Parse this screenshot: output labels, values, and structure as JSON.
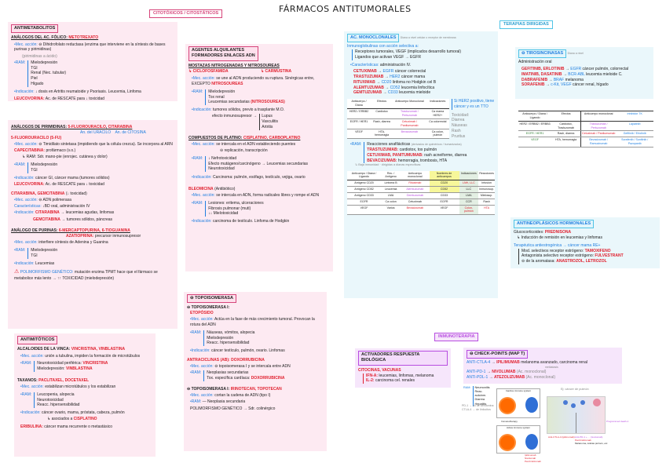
{
  "header": {
    "title": "FÁRMACOS ANTITUMORALES",
    "tag_citotoxicos": "CITOTÓXICOS / CITOSTÁTICOS",
    "tag_terapias_dirigidas": "TERAPIAS DIRIGIDAS",
    "tag_inmunoterapia": "INMUNOTERAPIA"
  },
  "antimetabolitos": {
    "head": "ANTIMETABOLITOS",
    "folico": {
      "title": "ANÁLOGOS DEL AC. FÓLICO:",
      "drug": "METOTREXATO",
      "mec_label": "•Mec. acción:",
      "mec": "⊖ Dihidrofolato reductasa (enzima que interviene en la síntesis de bases purinas y pirimidinas)",
      "mec_note": "(pirimidinas a ácido)",
      "ram_label": "•RAM:",
      "ram": [
        "Mielodepresión",
        "TGI",
        "Renal (Nec. tubular)",
        "Piel",
        "Hígado"
      ],
      "ind_label": "•Indicación:",
      "ind": "↓ dosis en Artritis reumatoide y Psoriasis. Leucemia, Linfoma",
      "rescue_label": "LEUCOVORINA:",
      "rescue": "Ac. de RESCATE para ↓ toxicidad"
    },
    "pirimidinas": {
      "title": "ANÁLOGOS DE PIRIMIDINAS:",
      "drug1": "5-FLUOROURACILO",
      "drug2": "CITARABINA",
      "note1": "An. del URACILO",
      "note2": "An. de CITOSINA",
      "fu_head": "5-FLUOROURACILO (5-FU)",
      "fu_mec_label": "•Mec. acción:",
      "fu_mec": "⊖ Timidilato sintetasa (impidiendo que la célula crezca). Se incorpora al ARN",
      "cape_label": "CAPECITABINA:",
      "cape": "profármaco (v.o.)",
      "cape_ram": "↳ RAM: Sdr. mano-pie (enrojec. cutánea y dolor)",
      "fu_ram_label": "•RAM:",
      "fu_ram": [
        "Mielodepresión",
        "TGI"
      ],
      "fu_ind_label": "•Indicación:",
      "fu_ind": "cáncer GI, cáncer mama (tumores sólidos)",
      "leuco_label": "LEUCOVORINA:",
      "leuco": "Ac. de RESCATE para ↓ toxicidad",
      "cita_head": "CITARABINA, GEMCITABINA",
      "cita_note": "(↓ toxicidad)",
      "cita_mec_label": "•Mec. acción:",
      "cita_mec": "⊖ ADN polimerasa",
      "cita_car_label": "Características:",
      "cita_car": "↓BD oral, administración IV",
      "cita_ind_label": "•Indicación:",
      "cita_ind1_drug": "CITARABINA",
      "cita_ind1": "→ leucemias agudas, linfomas",
      "cita_ind2_drug": "GEMCITABINA",
      "cita_ind2": "→ tumores sólidos, páncreas"
    },
    "purinas": {
      "title": "ANÁLOGO DE PURINAS:",
      "drug1": "6-MERCAPTOPURINA, 6-TIOGUANINA",
      "drug2": "AZATIOPRINA:",
      "drug2_note": "precursor inmunosupresor",
      "mec_label": "•Mec. acción:",
      "mec": "interfiere síntesis de Adenina y Guanina",
      "ram_label": "•RAM:",
      "ram": [
        "Mielodepresión",
        "TGI"
      ],
      "ind_label": "•Indicación:",
      "ind": "Leucemias",
      "warn_label": "POLIMORFISMO GENÉTICO:",
      "warn": "mutación enzima TPMT hace que el fármaco se metabolice más lento → ↑↑ TOXICIDAD (mielodepresión)"
    }
  },
  "antimitoticos": {
    "head": "ANTIMITÓTICOS",
    "vinca": {
      "title": "ALCALOIDES DE LA VINCA:",
      "drugs": "VINCRISTINA, VINBLASTINA",
      "mec_label": "•Mec. acción:",
      "mec": "unión a tubulina, impiden la formación de microtúbulos",
      "ram_label": "•RAM:",
      "ram": [
        {
          "text": "Neurotoxicidad periférica:",
          "drug": "VINCRISTINA"
        },
        {
          "text": "Mielodepresión:",
          "drug": "VINBLASTINA"
        }
      ]
    },
    "taxanos": {
      "title": "TAXANOS:",
      "drugs": "PACLITAXEL, DOCETAXEL",
      "mec_label": "•Mec. acción:",
      "mec": "estabilizan microtúbulos y los estabilizan",
      "ram_label": "•RAM:",
      "ram": [
        "Leucopenia, alopecia",
        "Neurotoxicidad",
        "Reacc. hipersensibilidad"
      ],
      "ind_label": "•Indicación:",
      "ind": "cáncer ovario, mama, próstata, cabeza, pulmón",
      "ind_note": "↳ asociados a",
      "ind_drug": "CISPLATINO",
      "eribulina_label": "ERIBULINA:",
      "eribulina": "cáncer mama recurrente o metastásico"
    }
  },
  "alquilantes": {
    "head": [
      "AGENTES ALQUILANTES",
      "FORMADORES ENLACES ADN"
    ],
    "mostazas": {
      "title": "MOSTAZAS NITROGENADAS Y NITROSOUREAS",
      "drug1": "↳ CICLOFOSFAMIDA",
      "drug2": "↳ CARMUSTINA",
      "mec_label": "•Mec. acción:",
      "mec": "se une al ADN produciendo su ruptura. Sinérgicas entre, EXCEPTO",
      "mec_drug": "NITROSOUREAS",
      "ram_label": "•RAM:",
      "ram": [
        "Mielodepresión",
        "Tox renal",
        "Leucemias secundarias"
      ],
      "ram_note": "(NITROSOUREAS)",
      "ind_label": "•Indicación:",
      "ind": "tumores sólidos, previo a trasplante M.O.",
      "ind2": "efecto inmunosupresor →",
      "ind2_list": [
        "Lupus",
        "Vasculitis",
        "Artritis"
      ]
    },
    "platino": {
      "title": "COMPUESTOS DE PLATINO:",
      "drugs": "CISPLATINO, CARBOPLATINO",
      "mec_label": "•Mec. acción:",
      "mec": "se intercala en el ADN estableciendo puentes",
      "mec2": "⊖ replicación, transcripción",
      "ram_label": "•RAM:",
      "ram": [
        "↓ Nefrotoxicidad",
        "Efecto mutágeno/carcinógeno → Leucemias secundarias",
        "Neurotoxicidad"
      ],
      "ind_label": "•Indicación:",
      "ind": "Carcinoma: pulmón, esófago, testículo, vejiga, ovario"
    },
    "bleomicina": {
      "title": "BLEOMICINA",
      "title_note": "(Antibiótico)",
      "mec_label": "•Mec. acción:",
      "mec": "se intercala en ADN, forma radicales libres y rompe el ADN",
      "ram_label": "•RAM:",
      "ram": [
        "Lesiones: eritema, ulceraciones",
        "Fibrosis pulmonar (muti)",
        "↓↓ Mielotoxicidad"
      ],
      "ind_label": "•Indicación:",
      "ind": "carcinoma de testículo. Linfoma de Hodgkin"
    }
  },
  "topoisomerasa": {
    "head": "⊖ TOPOISOMERASA",
    "topo1": {
      "title": "⊖ TOPOISOMERASA I:",
      "drug": "ETOPÓSIDO",
      "mec_label": "•Mec. acción:",
      "mec": "Actúa en la fase de más crecimiento tumoral. Provocan la rotura del ADN",
      "ram_label": "•RAM:",
      "ram": [
        "Náuseas, vómitos, alopecia",
        "Mielodepresión",
        "Reacc. hipersensibilidad"
      ],
      "ind_label": "•Indicación:",
      "ind": "cáncer testículo, pulmón, ovario. Linfomas"
    },
    "antraciclinas": {
      "title": "ANTRACICLINAS (AB):",
      "drug": "DOXORRUBICINA",
      "mec_label": "•Mec. acción:",
      "mec": "⊖ topoisomerasa I y se intercala entre ADN",
      "ram_label": "•RAM:",
      "ram": [
        "Neoplasias secundarias",
        "Tox. específica cardíaca:"
      ],
      "ram_drug": "DOXORRUBICINA"
    },
    "topo2": {
      "title": "⊖ TOPOISOMERASA I:",
      "drugs": "IRINOTECAN, TOPOTECAN",
      "mec_label": "•Mec. acción:",
      "mec": "cortan la cadena de ADN (tipo I)",
      "ram_label": "•RAM:",
      "ram": "— Neoplasia secundaria",
      "poly": "POLIMORFISMO GENÉTICO → Sdr. colinérgico"
    }
  },
  "monoclonales": {
    "head": "AC. MONOCLONALES",
    "head_note": "Diana a nivel celular o receptor de membrana",
    "intro": "Inmunoglobulinas con acción selectiva a:",
    "intro_items": [
      "Receptores tumorales, VEGF (implicados desarrollo tumoral)",
      "Ligandos que activan VEGF → EGFR"
    ],
    "car_label": "•Características:",
    "car": "administración IV.",
    "drugs": [
      {
        "drug": "CETUXIMAB",
        "target": "EGFR",
        "use": "cáncer colorrectal"
      },
      {
        "drug": "TRASTUZUMAB",
        "target": "HER2",
        "use": "cáncer mama"
      },
      {
        "drug": "RITUXIMAB",
        "target": "CD20",
        "use": "linfoma no Hodgkin cel B"
      },
      {
        "drug": "ALEMTUZUMAB",
        "target": "CD52",
        "use": "leucemia linfocítica"
      },
      {
        "drug": "GEMTUZUMAB",
        "target": "CD33",
        "use": "leucemia mieloide"
      }
    ],
    "table_side_note": "Si HER2 positivo, tiene cáncer y es un TTO",
    "toxicidad_label": "Toxicidad:",
    "toxicidad": [
      "Diarrea",
      "Náuseas",
      "Rash",
      "Pruritus"
    ],
    "ram_label": "•RAM:",
    "ram": [
      {
        "text": "Reacciones anafilácticas",
        "note": "(derivados de quiméricos / humanizados)"
      },
      {
        "drug": "TRASTUZUMAB:",
        "text": "cardiotox, tox pulmón"
      },
      {
        "drug": "CETUXIMAB, PANITUMUMAB:",
        "text": "rash acneiforme, diarrea"
      },
      {
        "drug": "BEVACIZUMAB:",
        "text": "hemorragia, trombosis, HTA"
      }
    ],
    "ram_note": "↳ Baja inmunidad · dirigidas a dianas específicas",
    "table1": {
      "headers": [
        "Anticuerpo / Diana",
        "Efectos",
        "Anticuerpo Monoclonal",
        "Indicaciones"
      ],
      "rows": [
        [
          "HER2 / ERBB2",
          "Cardiotox",
          "Trastuzumab / Pertuzumab",
          "Ca mama HER2+"
        ],
        [
          "EGFR / HER1",
          "Rash, diarrea",
          "Cetuximab / Panitumumab",
          "Ca colorrectal"
        ],
        [
          "VEGF",
          "HTA, hemorragia",
          "Bevacizumab",
          "Ca colon, pulmón"
        ]
      ]
    },
    "table2": {
      "headers": [
        "Anticuerpo / Diana / Ligando",
        "Rec. / Antígeno",
        "Anticuerpo monoclonal",
        "Nombres de anticuerpos",
        "Indicaciones",
        "Reacciones"
      ],
      "rows": [
        [
          "Antígeno CD20",
          "Linfoma B",
          "Rituximab",
          "CD20",
          "LNH, LLC",
          "Infusión"
        ],
        [
          "Antígeno CD52",
          "Leucemia",
          "Alemtuzumab",
          "CD52",
          "LLC",
          "Inmunosup."
        ],
        [
          "Antígeno CD33",
          "LMA",
          "Gemtuzumab",
          "CD33",
          "LMA",
          "Mielosup."
        ],
        [
          "EGFR",
          "Ca colon",
          "Cetuximab",
          "EGFR",
          "CCR",
          "Rash"
        ],
        [
          "VEGF",
          "Varios",
          "Bevacizumab",
          "VEGF",
          "Colon, pulmón",
          "HTA"
        ]
      ]
    }
  },
  "tirosincinasas": {
    "head": "⊖ TIROSINCINASAS",
    "head_note": "Diana a nivel",
    "admin": "Administración oral",
    "drugs": [
      {
        "drug": "GEFITINIB, ERLOTINIB",
        "target": "EGFR",
        "use": "cáncer pulmón, colorrectal"
      },
      {
        "drug": "IMATINIB, DASATINIB",
        "target": "BCR-ABL",
        "use": "leucemia mieloide C."
      },
      {
        "drug": "DABRAFENIB",
        "target": "BRAF",
        "use": "melanoma"
      },
      {
        "drug": "SORAFENIB",
        "target": "c-Kit, VEGF",
        "use": "cáncer renal, hígado"
      }
    ],
    "table": {
      "headers": [
        "Anticuerpo / Diana / Ligando",
        "Efectos",
        "Anticuerpo monoclonal",
        "Inhibidor TK"
      ],
      "rows": [
        [
          "HER2 / ERBB2 / ERBB3",
          "Cardiotox, Trastuzumab",
          "Trastuzumab / Pertuzumab",
          "Lapatinib"
        ],
        [
          "EGFR / HER1",
          "Rash, diarrea",
          "Cetuximab / Panitumumab",
          "Gefitinib / Erlotinib"
        ],
        [
          "VEGF",
          "HTA, hemorragia",
          "Bevacizumab / Ramucirumab",
          "Sorafenib / Sunitinib / Pazopanib"
        ]
      ]
    }
  },
  "hormonales": {
    "head": "ANTINEOPLÁSICOS HORMONALES",
    "gluco_label": "Glucocorticoides:",
    "gluco": "PREDNISONA",
    "gluco_note": "↳ Inducción de remisión en leucemias y linfomas",
    "terapia": "Terapéutica antiestrogénica → cáncer mama RE+",
    "items": [
      {
        "text": "Mod. selectivos receptor estrógeno:",
        "drug": "TAMOXIFENO"
      },
      {
        "text": "Antagonista selectivo receptor estrógeno:",
        "drug": "FULVESTRANT"
      },
      {
        "text": "⊖ de la aromatasa:",
        "drug": "ANASTROZOL, LETROZOL"
      }
    ]
  },
  "inmunoterapia": {
    "bio": {
      "head": "ACTIVADORES RESPUESTA BIOLÓGICA",
      "title": "CITOCINAS, VACUNAS",
      "items": [
        {
          "drug": "IFN-α:",
          "text": "leucemias, linfomas, melanoma"
        },
        {
          "drug": "IL-2:",
          "text": "carcinoma cel. renales"
        }
      ]
    },
    "checkpoint": {
      "head": "⊖ CHECK-POINTS (MAP T)",
      "items": [
        {
          "target": "ANTI-CTLA-4",
          "drug": "IPILIMUMAB",
          "use": "melanoma avanzado, carcinoma renal",
          "note": "Ac. monoclonal"
        },
        {
          "target": "ANTI-PD-1",
          "drug": "NIVOLUMAB",
          "use": "",
          "note": "(Ac. monoclonal)"
        },
        {
          "target": "ANTI-PDL-1",
          "drug": "ATEZOLIZUMAB",
          "use": "",
          "note": "(Ac. monoclonal)"
        }
      ],
      "extra_note": "metástasis",
      "example": "Ej: cáncer de pulmón",
      "ram_label": "RAM:",
      "ram": [
        "Neumonitis",
        "Reac. autoinm.",
        "Diarrea",
        "Hepatitis"
      ],
      "pd_notes": [
        "PD-1 → no de serotonina",
        "CTLA-4 → de linfocitos"
      ],
      "fig1_top": "Inactive immune system",
      "fig1_mid": "Immunotherapy",
      "fig1_bottom": "Active immune system",
      "fig1_labels": [
        "Ipilimumab",
        "Nivolumab",
        "Pembrolizumab"
      ],
      "fig2_labels": [
        "Anti-CTLA-4 (ipilimumab)",
        "Anti-PD-1 + ... (nivolumab)",
        "Pembrolizumab",
        "Melanoma, células pulmón, etc"
      ],
      "fig2_side": "Programmed death-1"
    }
  }
}
